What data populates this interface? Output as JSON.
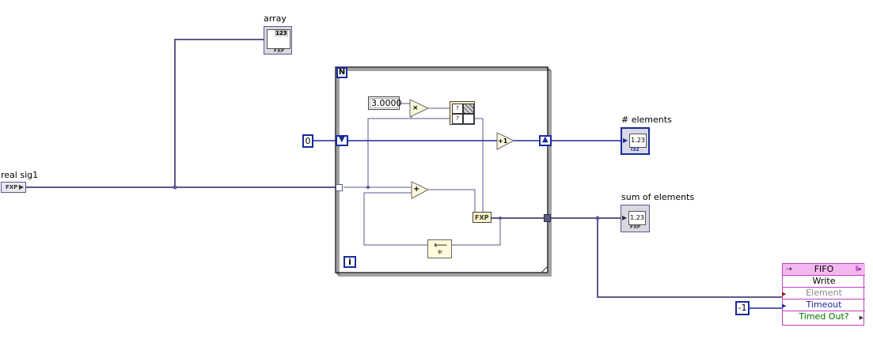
{
  "labels": {
    "array": "array",
    "real_sig1": "real sig1",
    "num_elements": "# elements",
    "sum_of_elements": "sum of elements"
  },
  "constants": {
    "three": "3.0000",
    "zero": "0",
    "neg_one": "-1"
  },
  "type_tags": {
    "fxp": "FXP",
    "numeric": "1.23",
    "index": "I32",
    "numeric_array": "123"
  },
  "loop": {
    "count_terminal": "N",
    "iteration_terminal": "i"
  },
  "operators": {
    "multiply": "×",
    "add": "+",
    "increment": "+1"
  },
  "fifo": {
    "title": "FIFO",
    "method": "Write",
    "inputs": [
      "Element",
      "Timeout"
    ],
    "output": "Timed Out?"
  },
  "colors": {
    "wire_fxp": "#5a5a8c",
    "wire_int": "#1a2a9a",
    "fifo_header": "#f4b8f0",
    "fifo_border": "#c040c0",
    "timed_out_text": "#007000",
    "element_text": "#888888"
  }
}
